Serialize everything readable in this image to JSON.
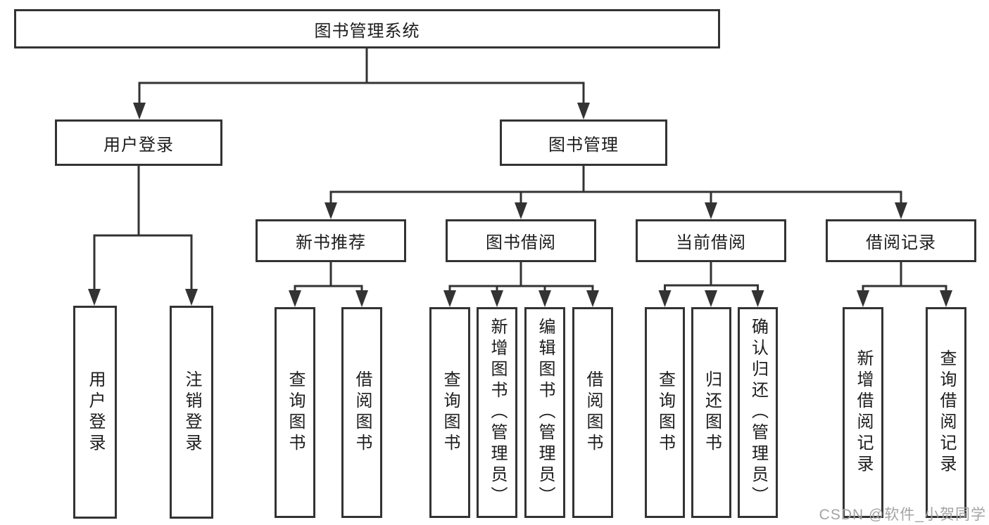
{
  "diagram_title": "图书管理系统",
  "tree": {
    "label": "图书管理系统",
    "children": [
      {
        "label": "用户登录",
        "children": [
          {
            "label": "用户登录"
          },
          {
            "label": "注销登录"
          }
        ]
      },
      {
        "label": "图书管理",
        "children": [
          {
            "label": "新书推荐",
            "children": [
              {
                "label": "查询图书"
              },
              {
                "label": "借阅图书"
              }
            ]
          },
          {
            "label": "图书借阅",
            "children": [
              {
                "label": "查询图书"
              },
              {
                "label": "新增图书（管理员）"
              },
              {
                "label": "编辑图书（管理员）"
              },
              {
                "label": "借阅图书"
              }
            ]
          },
          {
            "label": "当前借阅",
            "children": [
              {
                "label": "查询图书"
              },
              {
                "label": "归还图书"
              },
              {
                "label": "确认归还（管理员）"
              }
            ]
          },
          {
            "label": "借阅记录",
            "children": [
              {
                "label": "新增借阅记录"
              },
              {
                "label": "查询借阅记录"
              }
            ]
          }
        ]
      }
    ]
  },
  "watermark": "CSDN @软件_小贺同学",
  "colors": {
    "line": "#333333",
    "text": "#1c1c1c",
    "box_background": "#ffffff",
    "watermark": "#a3a3a3",
    "background": "#ffffff"
  }
}
